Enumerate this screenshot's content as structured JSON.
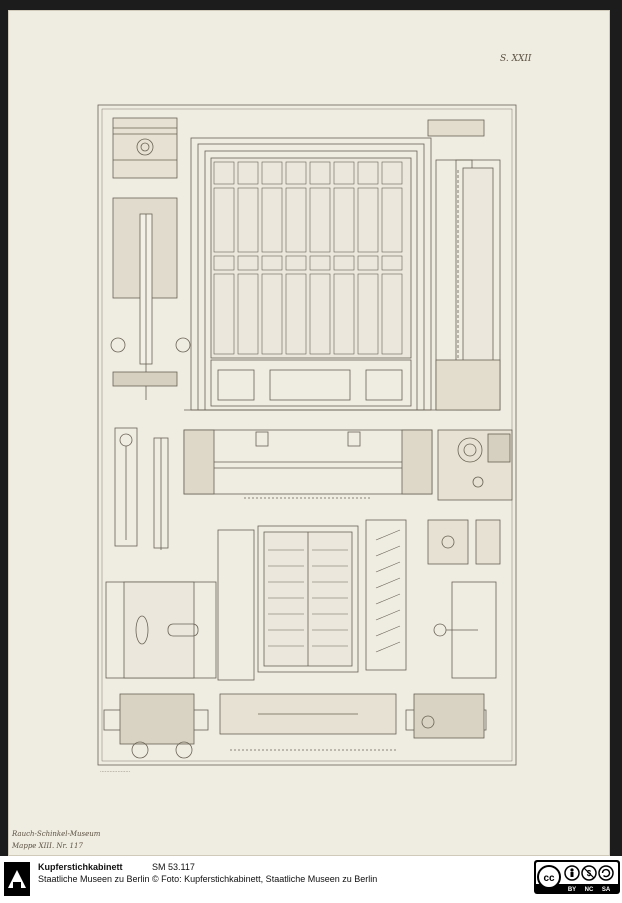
{
  "sheet": {
    "corner_mark": "S. XXII",
    "stamp_museum": "Rauch-Schinkel-Museum",
    "stamp_inventory": "Mappe XIII. Nr. 117",
    "signature_line": "...................",
    "paper_color": "#efece2",
    "ink_color": "#6a6355"
  },
  "footer": {
    "institution_name": "Kupferstichkabinett",
    "institution_subtitle": "Staatliche Museen zu Berlin",
    "inventory_number": "SM 53.117",
    "credit": "© Foto: Kupferstichkabinett, Staatliche Museen zu Berlin",
    "license_badge": "cc BY NC SA",
    "license_parts": [
      "BY",
      "NC",
      "SA"
    ]
  }
}
